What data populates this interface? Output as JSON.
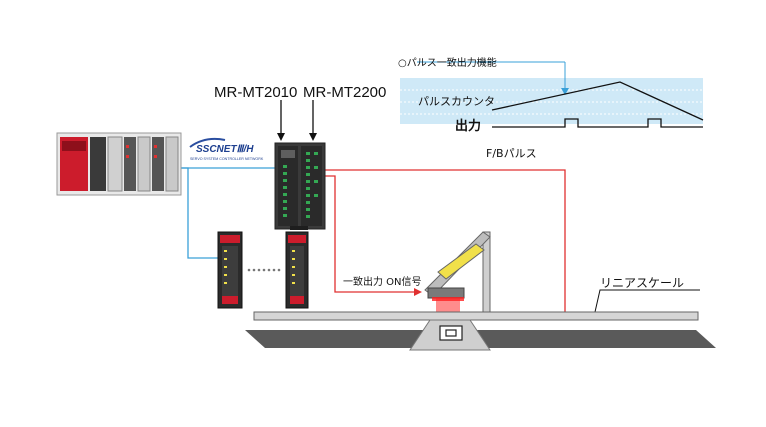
{
  "labels": {
    "model_left": "MR-MT2010",
    "model_right": "MR-MT2200",
    "network_logo": "SSCNETⅢ/H",
    "network_sub": "SERVO SYSTEM CONTROLLER NETWORK",
    "chart_title": "○パルス一致出力機能",
    "pulse_counter": "パルスカウンタ",
    "output": "出力",
    "fb_pulse": "F/Bパルス",
    "match_signal": "一致出力 ON信号",
    "linear_scale": "リニアスケール"
  },
  "colors": {
    "fb_wire": "#e03030",
    "network_wire": "#3aa0d8",
    "chart_band": "#cfe9f7",
    "module_red": "#cc1c2c",
    "terminal_green": "#34a853",
    "sensor_yellow": "#f1e04a",
    "conveyor": "#5a5a5a"
  },
  "icons": {
    "controller": "plc-rack-icon",
    "servo_amp": "servo-amplifier-icon",
    "ellipsis": "ellipsis-dots-icon",
    "sensor": "sensor-head-icon"
  }
}
